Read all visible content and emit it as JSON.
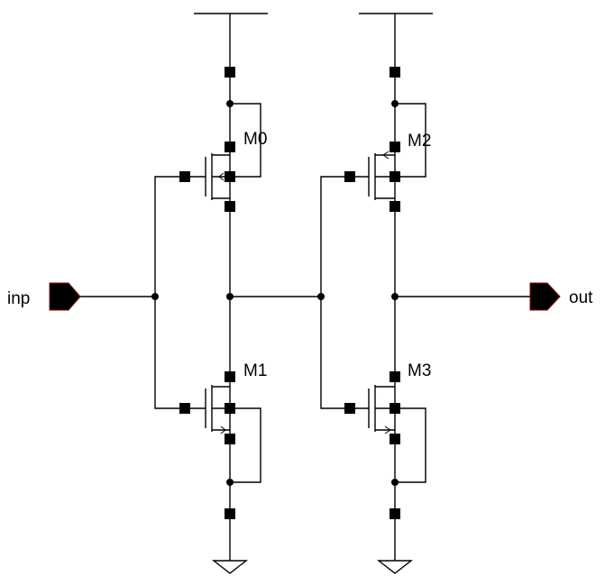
{
  "schematic": {
    "transistors": [
      {
        "name": "M0",
        "type": "pmos"
      },
      {
        "name": "M1",
        "type": "nmos"
      },
      {
        "name": "M2",
        "type": "pmos"
      },
      {
        "name": "M3",
        "type": "nmos"
      }
    ],
    "ports": {
      "input": "inp",
      "output": "out"
    },
    "colors": {
      "wire": "#000000",
      "port_edge": "#8b0000"
    }
  }
}
